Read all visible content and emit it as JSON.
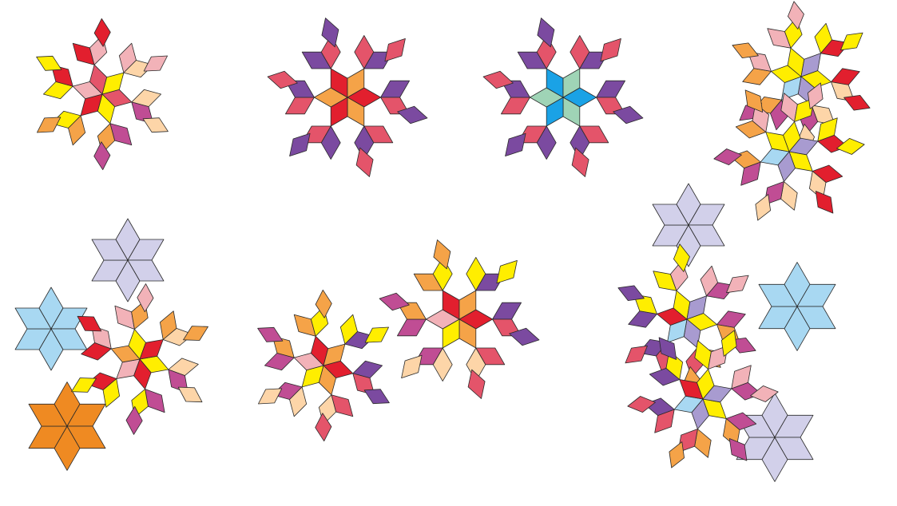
{
  "palette": {
    "pink": "#e4546a",
    "purple": "#7b4aa0",
    "orange": "#f5a348",
    "red": "#e21f2e",
    "yellow": "#ffee00",
    "light_pink": "#f2b2b8",
    "peach": "#fdd5a8",
    "magenta": "#c04d94",
    "sky_blue": "#a8d8f2",
    "lavender": "#d2d0ea",
    "lilac": "#a89bd0",
    "deep_orange": "#ef8a22",
    "mint": "#9fd4b6",
    "cyan_blue": "#1aa2e6"
  },
  "patches": [
    {
      "id": "patch-1",
      "kind": "pinwheel",
      "rings": [
        [
          "pink",
          "yellow",
          "red",
          "light_pink"
        ],
        [
          "peach",
          "magenta",
          "orange",
          "yellow",
          "red",
          "light_pink"
        ]
      ]
    },
    {
      "id": "patch-2",
      "kind": "pinwheel",
      "rings": [
        [
          "red",
          "orange",
          "red",
          "orange"
        ],
        [
          "purple",
          "pink",
          "purple",
          "pink",
          "purple",
          "pink"
        ]
      ]
    },
    {
      "id": "patch-3",
      "kind": "pinwheel",
      "rings": [
        [
          "cyan_blue",
          "mint",
          "cyan_blue",
          "mint"
        ],
        [
          "purple",
          "pink",
          "purple",
          "pink",
          "purple",
          "pink"
        ]
      ]
    },
    {
      "id": "patch-4",
      "kind": "mixed",
      "rings": [
        [
          "yellow",
          "lilac",
          "sky_blue",
          "yellow"
        ],
        [
          "red",
          "peach",
          "magenta",
          "orange",
          "light_pink",
          "yellow"
        ]
      ]
    },
    {
      "id": "patch-5",
      "kind": "composite",
      "stars": [
        "lavender",
        "sky_blue",
        "deep_orange"
      ],
      "rings": [
        [
          "yellow",
          "red",
          "light_pink",
          "orange"
        ],
        [
          "peach",
          "magenta",
          "yellow",
          "red",
          "light_pink",
          "orange"
        ]
      ]
    },
    {
      "id": "patch-6",
      "kind": "double",
      "rings": [
        [
          "red",
          "orange",
          "yellow",
          "light_pink"
        ],
        [
          "purple",
          "pink",
          "peach",
          "magenta",
          "orange",
          "yellow"
        ]
      ]
    },
    {
      "id": "patch-7",
      "kind": "composite",
      "stars": [
        "lavender",
        "sky_blue",
        "lavender"
      ],
      "rings": [
        [
          "yellow",
          "lilac",
          "sky_blue",
          "red"
        ],
        [
          "magenta",
          "orange",
          "pink",
          "purple",
          "yellow",
          "light_pink"
        ]
      ]
    }
  ]
}
